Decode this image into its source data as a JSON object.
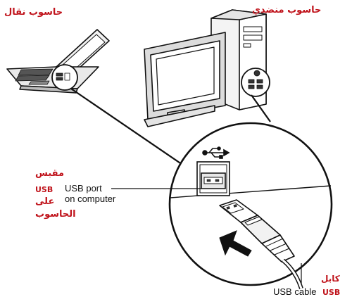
{
  "labels": {
    "laptop": "حاسوب نقال",
    "desktop": "حاسوب منضدي",
    "port_ar_line1": "مقبس",
    "port_ar_line2": "USB",
    "port_ar_line3": "على",
    "port_ar_line4": "الحاسوب",
    "port_en_line1": "USB port",
    "port_en_line2": "on computer",
    "cable_ar_line1": "كابل",
    "cable_ar_line2": "USB",
    "cable_en": "USB cable"
  },
  "colors": {
    "arabic_text": "#c0141c",
    "line_art": "#111111"
  }
}
